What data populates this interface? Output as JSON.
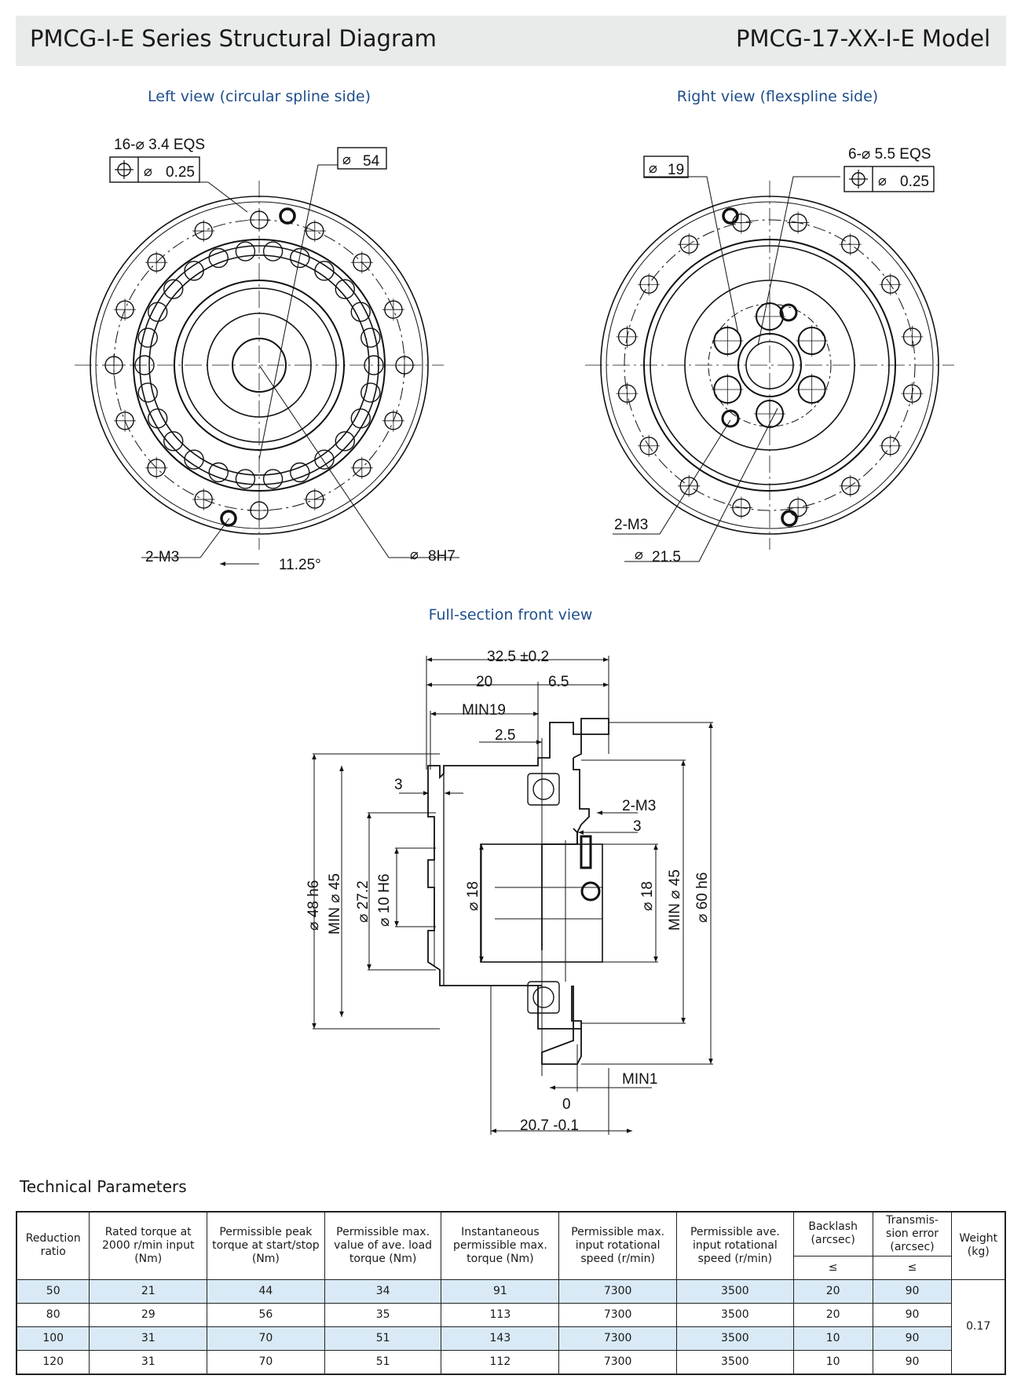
{
  "header": {
    "title": "PMCG-I-E Series Structural Diagram",
    "model": "PMCG-17-XX-I-E Model"
  },
  "captions": {
    "left_view": "Left view (circular spline side)",
    "right_view": "Right view (flexspline side)",
    "section_view": "Full-section front view"
  },
  "left_view": {
    "holes_label": "16-⌀ 3.4 EQS",
    "holes_tol": "0.25",
    "dia_outer": "54",
    "thread": "2-M3",
    "angle": "11.25°",
    "bore": "8H7"
  },
  "right_view": {
    "dia_hub": "19",
    "holes_label": "6-⌀ 5.5 EQS",
    "holes_tol": "0.25",
    "thread": "2-M3",
    "dia_bolt": "21.5"
  },
  "section": {
    "overall": "32.5 ±0.2",
    "d20": "20",
    "d6_5": "6.5",
    "min19": "MIN19",
    "d2_5": "2.5",
    "d3_left": "3",
    "thread": "2-M3",
    "d3_right": "3",
    "dia48": "⌀ 48 h6",
    "min45_left": "MIN ⌀ 45",
    "dia27": "⌀ 27.2",
    "dia10": "⌀ 10 H6",
    "dia18_left": "⌀ 18",
    "dia18_right": "⌀ 18",
    "min45_right": "MIN ⌀ 45",
    "dia60": "⌀ 60 h6",
    "min1": "MIN1",
    "zero": "0",
    "d20_7": "20.7 -0.1"
  },
  "parameters": {
    "title": "Technical Parameters",
    "headers": {
      "ratio": "Reduction ratio",
      "rated": "Rated torque at 2000 r/min input (Nm)",
      "peak": "Permissible peak torque at start/stop (Nm)",
      "avg_load": "Permissible max. value of ave. load torque (Nm)",
      "instant": "Instantaneous permissible max. torque (Nm)",
      "max_speed": "Permissible max. input rotational speed (r/min)",
      "ave_speed": "Permissible ave. input rotational speed (r/min)",
      "backlash": "Backlash (arcsec)",
      "trans": "Transmis-sion error (arcsec)",
      "weight": "Weight (kg)",
      "le1": "≤",
      "le2": "≤"
    },
    "rows": [
      {
        "ratio": "50",
        "rated": "21",
        "peak": "44",
        "avg": "34",
        "instant": "91",
        "max_speed": "7300",
        "ave_speed": "3500",
        "backlash": "20",
        "trans": "90"
      },
      {
        "ratio": "80",
        "rated": "29",
        "peak": "56",
        "avg": "35",
        "instant": "113",
        "max_speed": "7300",
        "ave_speed": "3500",
        "backlash": "20",
        "trans": "90"
      },
      {
        "ratio": "100",
        "rated": "31",
        "peak": "70",
        "avg": "51",
        "instant": "143",
        "max_speed": "7300",
        "ave_speed": "3500",
        "backlash": "10",
        "trans": "90"
      },
      {
        "ratio": "120",
        "rated": "31",
        "peak": "70",
        "avg": "51",
        "instant": "112",
        "max_speed": "7300",
        "ave_speed": "3500",
        "backlash": "10",
        "trans": "90"
      }
    ],
    "weight": "0.17"
  }
}
